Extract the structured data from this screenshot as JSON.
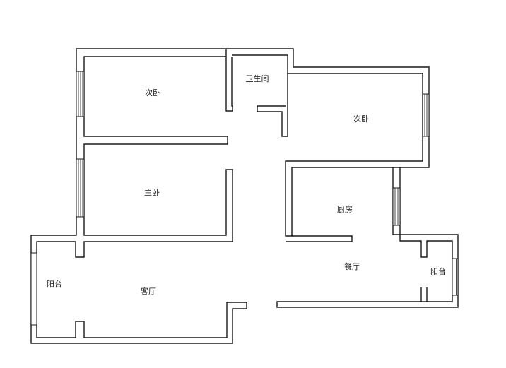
{
  "rooms": {
    "bedroom_second_left": "次卧",
    "bathroom": "卫生间",
    "bedroom_second_right": "次卧",
    "master_bedroom": "主卧",
    "kitchen": "厨房",
    "living_room": "客厅",
    "dining_room": "餐厅",
    "balcony_left": "阳台",
    "balcony_right": "阳台"
  }
}
